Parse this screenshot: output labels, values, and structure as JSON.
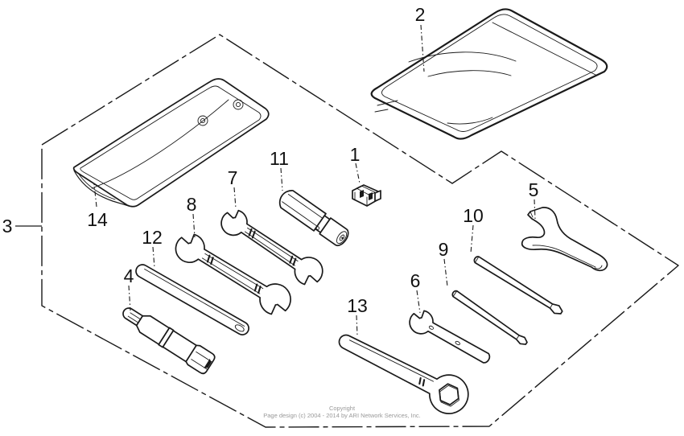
{
  "diagram": {
    "callouts": {
      "c1": "1",
      "c2": "2",
      "c3": "3",
      "c4": "4",
      "c5": "5",
      "c6": "6",
      "c7": "7",
      "c8": "8",
      "c9": "9",
      "c10": "10",
      "c11": "11",
      "c12": "12",
      "c13": "13",
      "c14": "14"
    },
    "footer": {
      "line1": "Copyright",
      "line2": "Page design (c) 2004 - 2014 by ARI Network Services, Inc."
    },
    "colors": {
      "line": "#1a1a1a",
      "background": "#ffffff",
      "footer_text": "#999999"
    }
  }
}
